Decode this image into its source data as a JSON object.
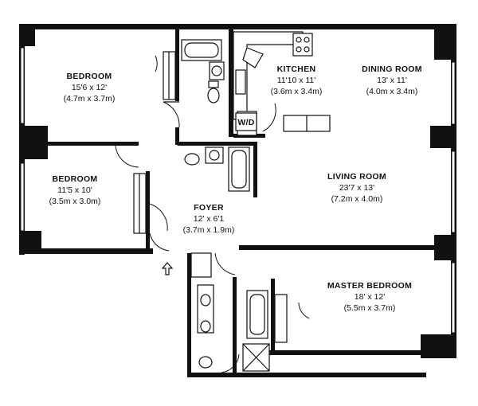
{
  "rooms": {
    "bedroom1": {
      "name": "BEDROOM",
      "dim_imperial": "15'6 x 12'",
      "dim_metric": "(4.7m x 3.7m)"
    },
    "bedroom2": {
      "name": "BEDROOM",
      "dim_imperial": "11'5 x 10'",
      "dim_metric": "(3.5m x 3.0m)"
    },
    "kitchen": {
      "name": "KITCHEN",
      "dim_imperial": "11'10 x 11'",
      "dim_metric": "(3.6m x 3.4m)"
    },
    "dining": {
      "name": "DINING ROOM",
      "dim_imperial": "13' x 11'",
      "dim_metric": "(4.0m x 3.4m)"
    },
    "living": {
      "name": "LIVING ROOM",
      "dim_imperial": "23'7 x 13'",
      "dim_metric": "(7.2m x 4.0m)"
    },
    "foyer": {
      "name": "FOYER",
      "dim_imperial": "12' x 6'1",
      "dim_metric": "(3.7m x 1.9m)"
    },
    "master": {
      "name": "MASTER BEDROOM",
      "dim_imperial": "18' x 12'",
      "dim_metric": "(5.5m x 3.7m)"
    }
  },
  "appliances": {
    "washer_dryer": "W/D"
  },
  "icons": {
    "entry_arrow": "entry-arrow-icon"
  }
}
